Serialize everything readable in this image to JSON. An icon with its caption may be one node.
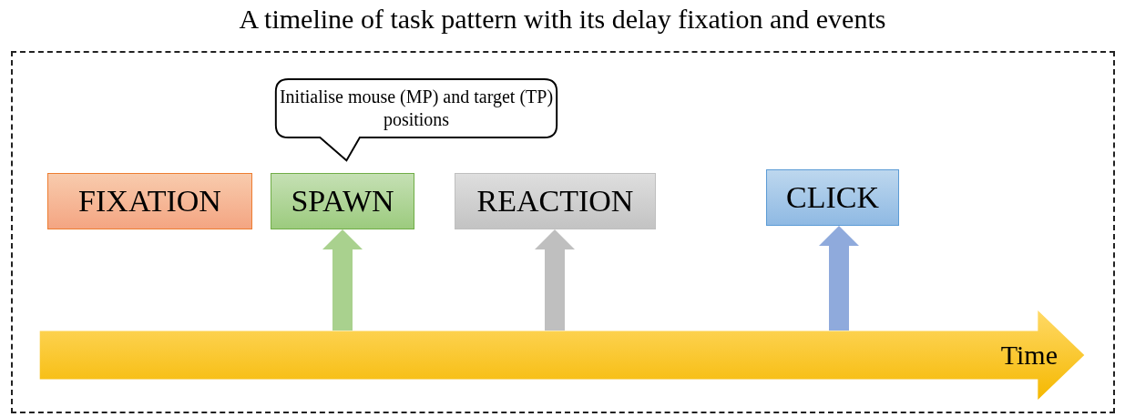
{
  "diagram": {
    "title": "A timeline of task pattern with its delay fixation and events",
    "nodes": [
      {
        "text": [
          "FIXATION"
        ]
      },
      {
        "text": [
          "Initialise mouse (MP) and target (TP) positions"
        ]
      },
      {
        "text": [
          "SPAWN"
        ]
      },
      {
        "text": [
          "REACTION"
        ]
      },
      {
        "text": [
          "CLICK"
        ]
      },
      {
        "text": [
          "Time"
        ]
      }
    ],
    "edges": [
      {
        "from": 5,
        "to": 2,
        "arrow": "to",
        "color": "#a9d18e"
      },
      {
        "from": 5,
        "to": 3,
        "arrow": "to",
        "color": "#bfbfbf"
      },
      {
        "from": 5,
        "to": 4,
        "arrow": "to",
        "color": "#8faadc"
      }
    ]
  }
}
